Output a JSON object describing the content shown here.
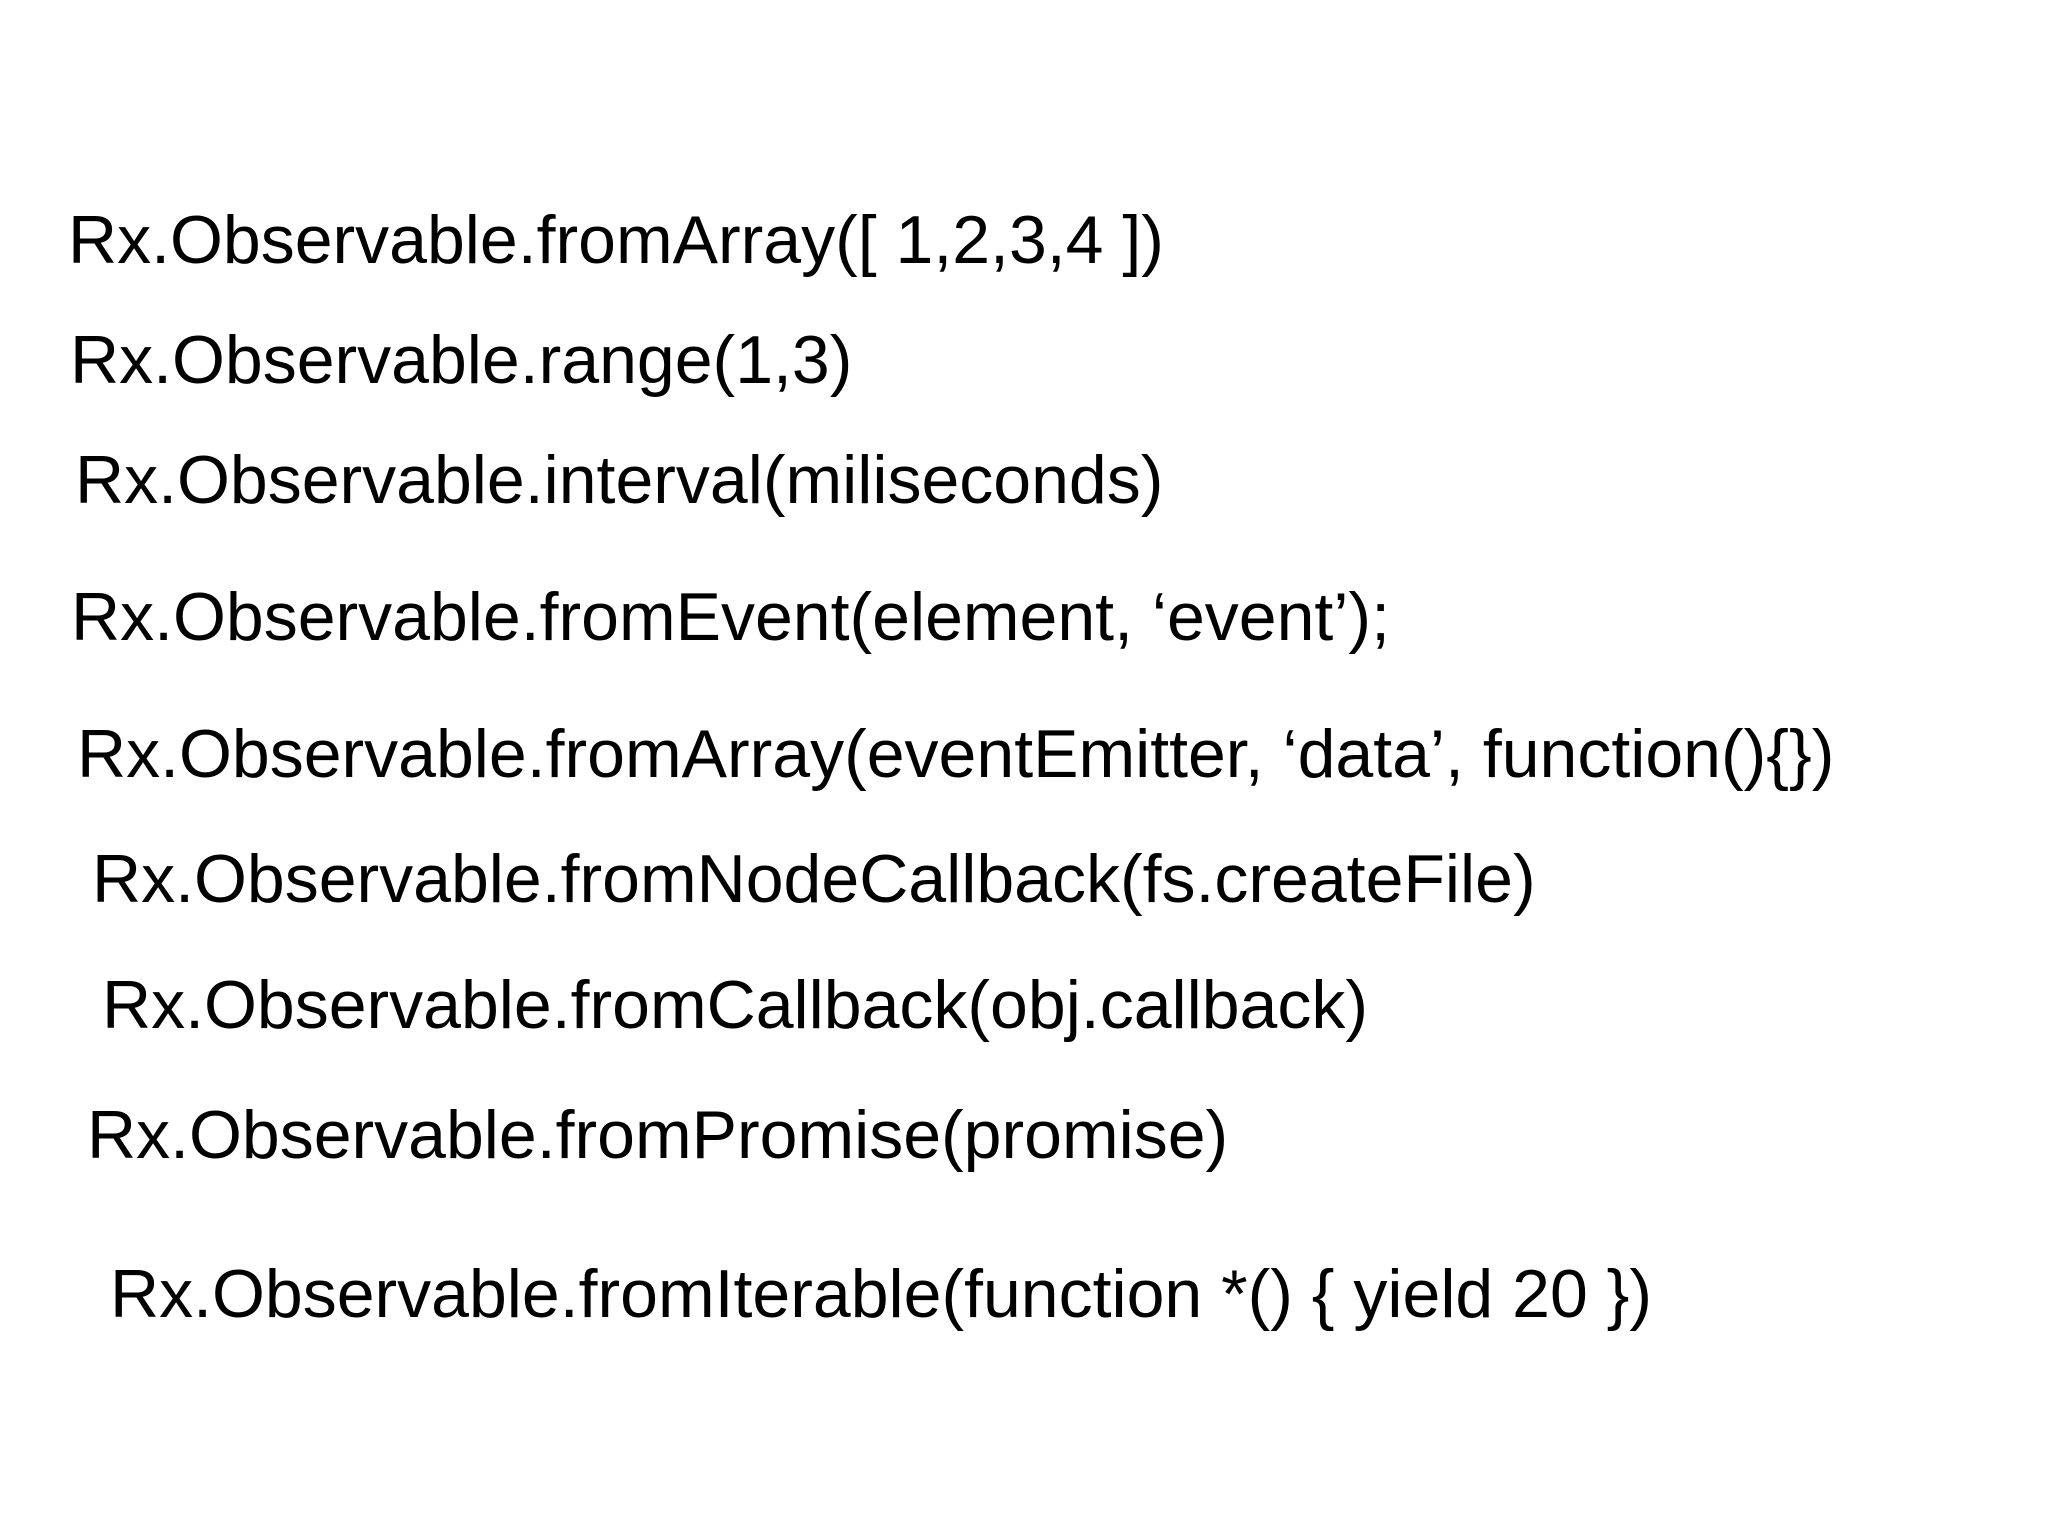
{
  "slide": {
    "background_color": "#ffffff",
    "text_color": "#000000",
    "lines": [
      {
        "text": "Rx.Observable.fromArray([ 1,2,3,4 ])"
      },
      {
        "text": "Rx.Observable.range(1,3)"
      },
      {
        "text": "Rx.Observable.interval(miliseconds)"
      },
      {
        "text": "Rx.Observable.fromEvent(element, ‘event’);"
      },
      {
        "text": "Rx.Observable.fromArray(eventEmitter, ‘data’, function(){})"
      },
      {
        "text": "Rx.Observable.fromNodeCallback(fs.createFile)"
      },
      {
        "text": "Rx.Observable.fromCallback(obj.callback)"
      },
      {
        "text": "Rx.Observable.fromPromise(promise)"
      },
      {
        "text": "Rx.Observable.fromIterable(function *() { yield 20 })"
      }
    ]
  }
}
